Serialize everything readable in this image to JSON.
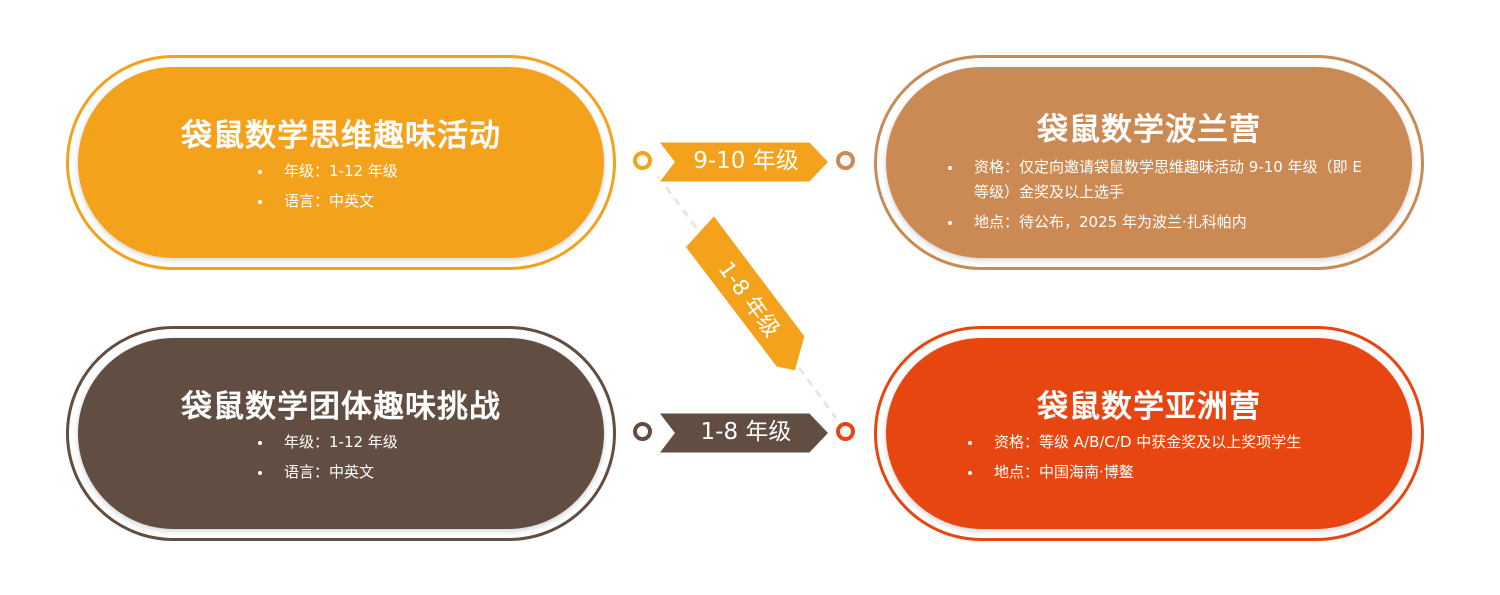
{
  "colors": {
    "orange": "#F4A21C",
    "tan": "#CB8A53",
    "brown": "#614D41",
    "red": "#E84610"
  },
  "cards": {
    "fun_activity": {
      "title": "袋鼠数学思维趣味活动",
      "items": [
        "年级：1-12 年级",
        "语言：中英文"
      ]
    },
    "poland_camp": {
      "title": "袋鼠数学波兰营",
      "items": [
        "资格：仅定向邀请袋鼠数学思维趣味活动 9-10 年级（即 E 等级）金奖及以上选手",
        "地点：待公布，2025 年为波兰·扎科帕内"
      ]
    },
    "team_challenge": {
      "title": "袋鼠数学团体趣味挑战",
      "items": [
        "年级：1-12 年级",
        "语言：中英文"
      ]
    },
    "asia_camp": {
      "title": "袋鼠数学亚洲营",
      "items": [
        "资格：等级 A/B/C/D 中获金奖及以上奖项学生",
        "地点：中国海南·博鳌"
      ]
    }
  },
  "connectors": {
    "top": "9-10 年级",
    "diagonal": "1-8 年级",
    "bottom": "1-8 年级"
  }
}
